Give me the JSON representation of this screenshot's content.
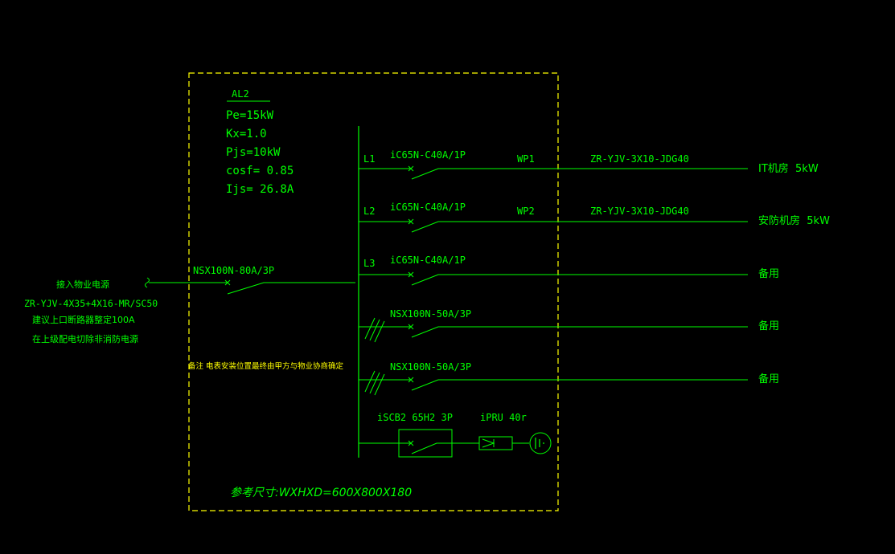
{
  "panel": {
    "name": "AL2",
    "params": [
      "Pe=15kW",
      "Kx=1.0",
      "Pjs=10kW",
      "cosf= 0.85",
      "Ijs= 26.8A"
    ],
    "dimension": "参考尺寸:WXHXD=600X800X180",
    "note": "备注 电表安装位置最终由甲方与物业协商确定"
  },
  "incoming": {
    "source_label": "接入物业电源",
    "cable": "ZR-YJV-4X35+4X16-MR/SC50",
    "note1": "建议上口断路器整定100A",
    "note2": "在上级配电切除非消防电源",
    "main_breaker": "NSX100N-80A/3P"
  },
  "circuits": [
    {
      "phase": "L1",
      "breaker": "iC65N-C40A/1P",
      "circuit_no": "WP1",
      "cable": "ZR-YJV-3X10-JDG40",
      "load": "IT机房  5kW"
    },
    {
      "phase": "L2",
      "breaker": "iC65N-C40A/1P",
      "circuit_no": "WP2",
      "cable": "ZR-YJV-3X10-JDG40",
      "load": "安防机房  5kW"
    },
    {
      "phase": "L3",
      "breaker": "iC65N-C40A/1P",
      "circuit_no": "",
      "cable": "",
      "load": "备用"
    },
    {
      "phase": "",
      "breaker": "NSX100N-50A/3P",
      "circuit_no": "",
      "cable": "",
      "load": "备用"
    },
    {
      "phase": "",
      "breaker": "NSX100N-50A/3P",
      "circuit_no": "",
      "cable": "",
      "load": "备用"
    }
  ],
  "spd": {
    "breaker": "iSCB2 65H2 3P",
    "arrester": "iPRU 40r"
  },
  "colors": {
    "wire": "#00ff00",
    "text": "#00ff00",
    "border": "#ffff00",
    "note": "#ffff00",
    "background": "#000000"
  }
}
